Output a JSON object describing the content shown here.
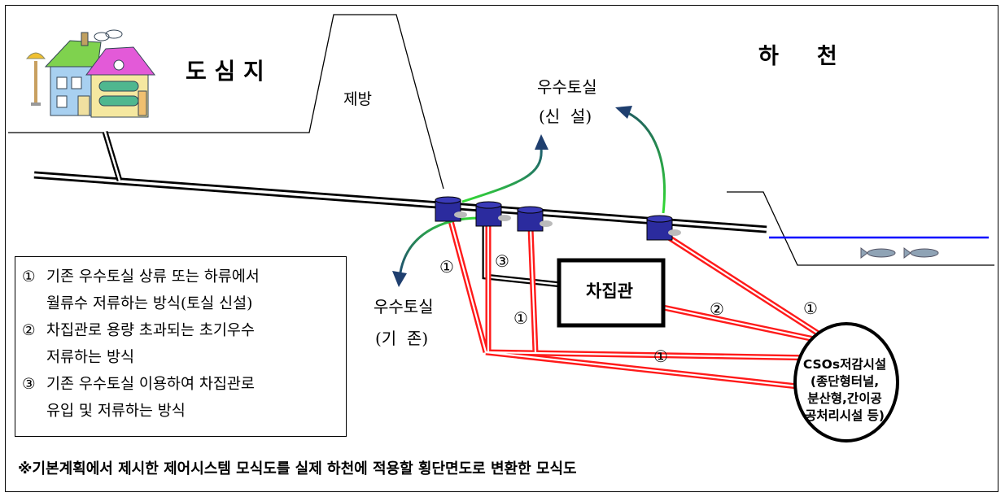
{
  "labels": {
    "city": "도 심 지",
    "river": "하     천",
    "levee": "제방",
    "new_chamber_line1": "우수토실",
    "new_chamber_line2": "(신  설)",
    "old_chamber_line1": "우수토실",
    "old_chamber_line2": "(기  존)",
    "interceptor": "차집관",
    "cso_facility_line1": "CSOs저감시설",
    "cso_facility_line2": "(종단형터널,",
    "cso_facility_line3": "분산형,간이공",
    "cso_facility_line4": "공처리시설 등)",
    "marker_1": "①",
    "marker_2": "②",
    "marker_3": "③"
  },
  "legend": {
    "items": [
      {
        "num": "①",
        "line1": "기존 우수토실 상류 또는 하류에서",
        "line2": "월류수 저류하는 방식(토실 신설)"
      },
      {
        "num": "②",
        "line1": "차집관로 용량 초과되는 초기우수",
        "line2": "저류하는 방식"
      },
      {
        "num": "③",
        "line1": "기존 우수토실 이용하여 차집관로",
        "line2": "유입 및 저류하는 방식"
      }
    ]
  },
  "caption": "※기본계획에서 제시한 제어시스템 모식도를 실제 하천에 적용할 횡단면도로 변환한 모식도",
  "colors": {
    "pipe_red": "#ff1a1a",
    "chamber_blue": "#2b2b9e",
    "water_blue": "#0000ff",
    "arrow_green": "#33cc33",
    "arrow_head": "#1f3f6f"
  }
}
